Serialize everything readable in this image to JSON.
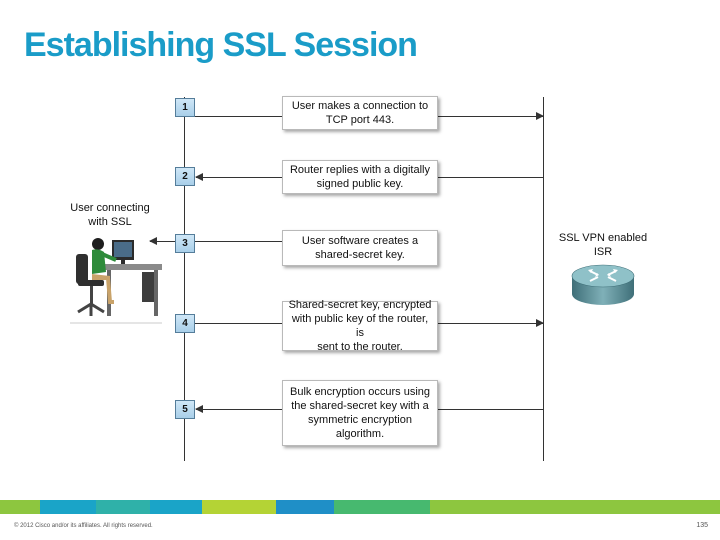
{
  "title": "Establishing SSL Session",
  "client_label": [
    "User connecting",
    "with SSL"
  ],
  "server_label": [
    "SSL VPN enabled",
    "ISR"
  ],
  "steps": [
    {
      "number": "1",
      "lines": [
        "User makes a connection to",
        "TCP port 443."
      ]
    },
    {
      "number": "2",
      "lines": [
        "Router replies with a digitally",
        "signed public key."
      ]
    },
    {
      "number": "3",
      "lines": [
        "User software creates a",
        "shared-secret key."
      ]
    },
    {
      "number": "4",
      "lines": [
        "Shared-secret key, encrypted",
        "with public key of the router, is",
        "sent to the router."
      ]
    },
    {
      "number": "5",
      "lines": [
        "Bulk encryption occurs using",
        "the shared-secret key with a",
        "symmetric encryption",
        "algorithm."
      ]
    }
  ],
  "footer": {
    "copyright": "© 2012 Cisco and/or its affiliates. All rights reserved.",
    "page": "135"
  },
  "colors": {
    "title": "#1a9cc8",
    "footer_bar": [
      "#8dc63f",
      "#1aa4c8",
      "#2fb1a9",
      "#1aa4c8",
      "#b4d335",
      "#1f8fc7",
      "#47b96f",
      "#8dc63f"
    ]
  }
}
